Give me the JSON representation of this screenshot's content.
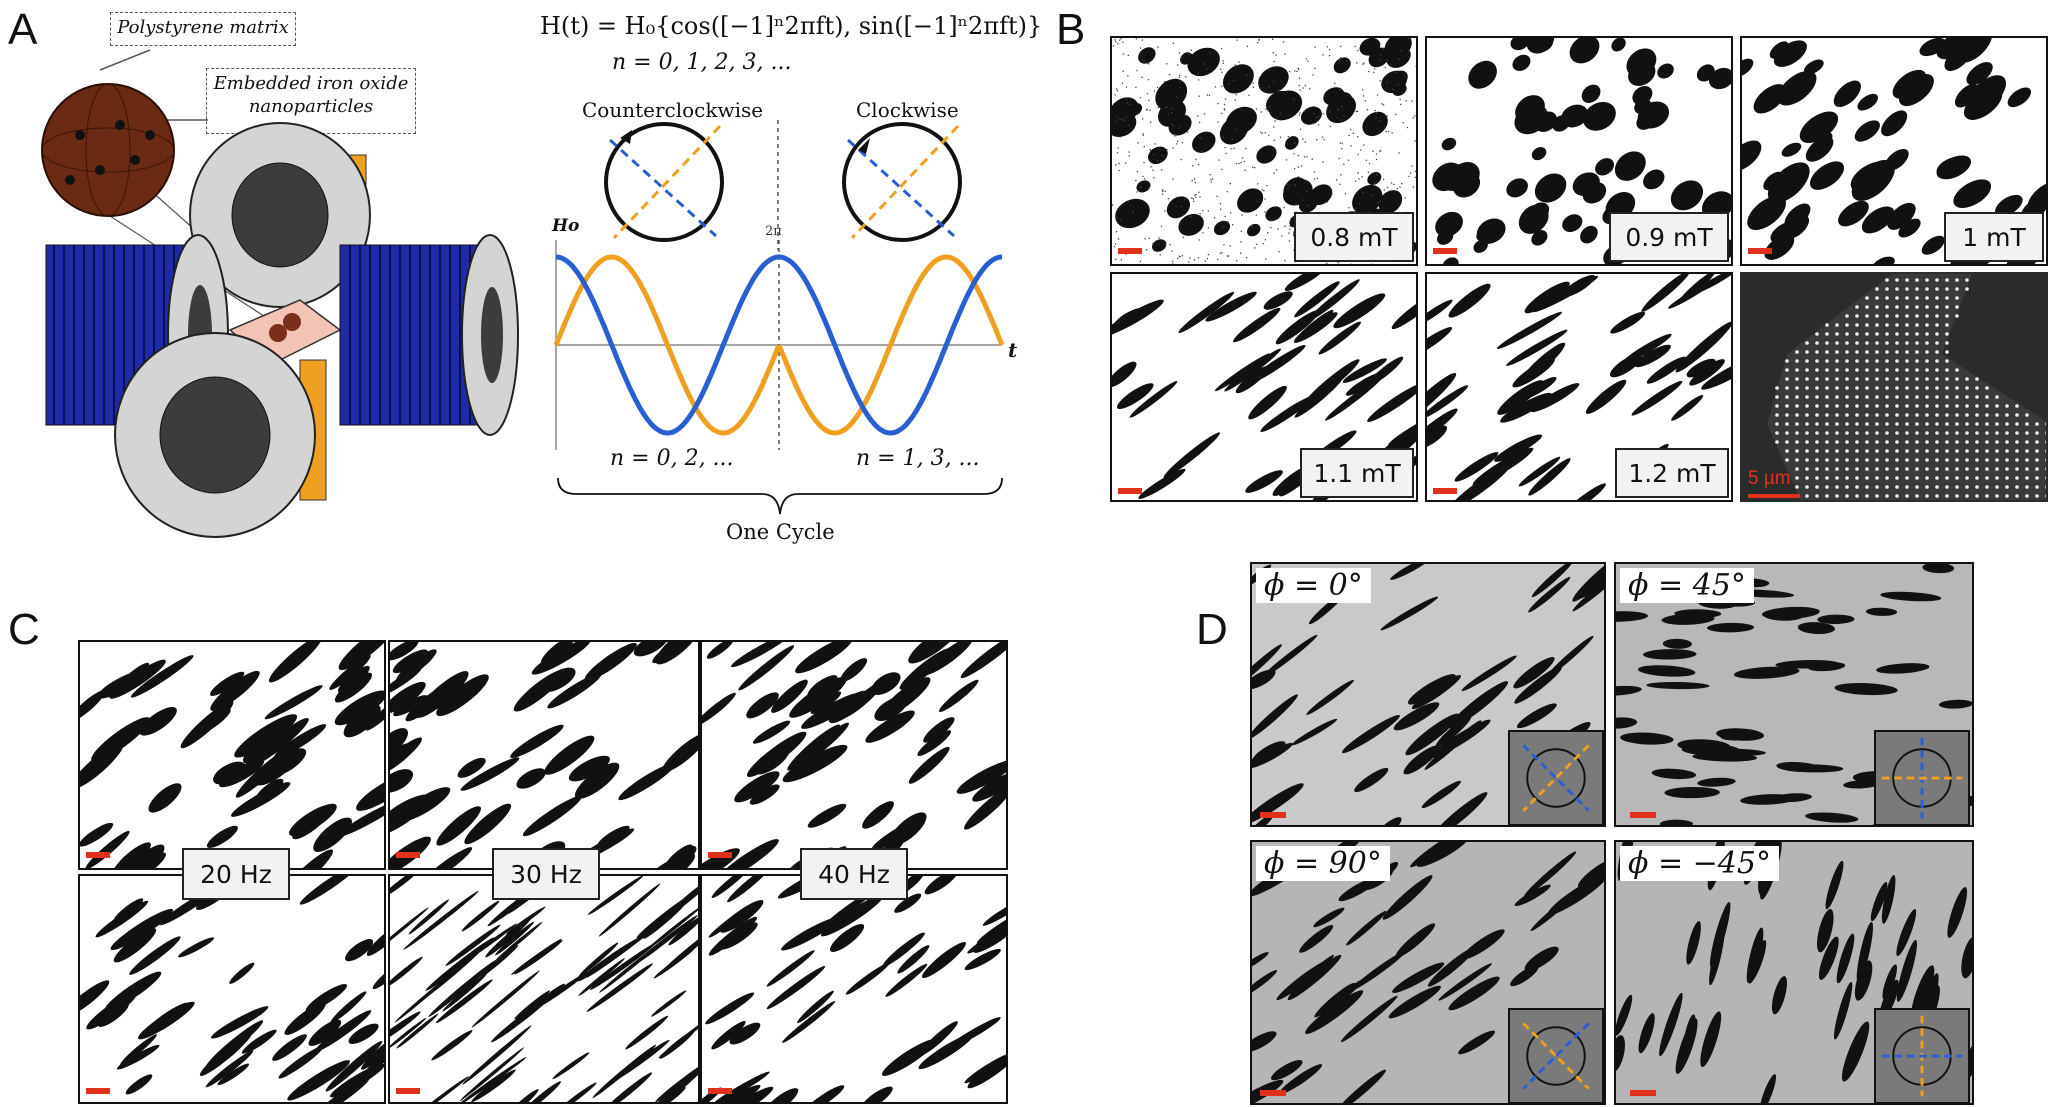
{
  "panels": {
    "a": {
      "letter": "A",
      "callout_matrix": "Polystyrene matrix",
      "callout_nanoparticles_1": "Embedded iron oxide",
      "callout_nanoparticles_2": "nanoparticles",
      "equation": "H(t) = H₀{cos([−1]ⁿ2πft), sin([−1]ⁿ2πft)}",
      "n_values": "n = 0, 1, 2, 3, ...",
      "counterclockwise": "Counterclockwise",
      "clockwise": "Clockwise",
      "axis_h": "Ho",
      "axis_t": "t",
      "two_pi": "2π",
      "n_even": "n = 0, 2, ...",
      "n_odd": "n = 1, 3, ...",
      "one_cycle": "One Cycle"
    },
    "b": {
      "letter": "B",
      "labels": [
        "0.8 mT",
        "0.9 mT",
        "1 mT",
        "1.1 mT",
        "1.2 mT"
      ],
      "scale": "5 µm"
    },
    "c": {
      "letter": "C",
      "labels": [
        "20 Hz",
        "30 Hz",
        "40 Hz"
      ]
    },
    "d": {
      "letter": "D",
      "angles": [
        "ϕ = 0°",
        "ϕ = 45°",
        "ϕ = 90°",
        "ϕ = −45°"
      ]
    }
  },
  "colors": {
    "blue": "#2a5fd4",
    "orange": "#f0a021",
    "scalebar": "#e0301e",
    "coil": "#1f2aa6"
  }
}
